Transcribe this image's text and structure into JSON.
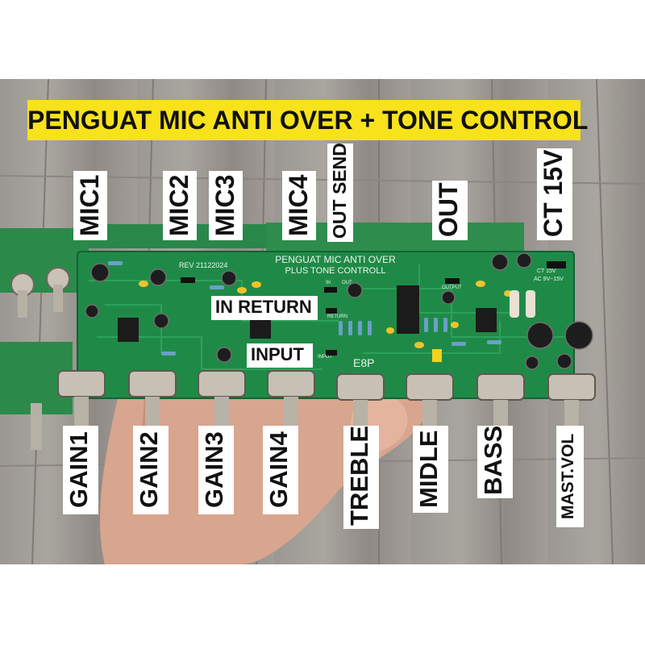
{
  "title": "PENGUAT MIC ANTI OVER + TONE CONTROL",
  "colors": {
    "title_bg": "#f7e21b",
    "pcb": "#1f8a47",
    "label_bg": "#ffffff"
  },
  "board": {
    "silkscreen_line1": "PENGUAT MIC ANTI OVER",
    "silkscreen_line2": "PLUS TONE CONTROLL",
    "revision": "REV 21122024",
    "model": "E8P",
    "power_marking_1": "CT 15V",
    "power_marking_2": "AC 9V~15V",
    "pin_in": "IN",
    "pin_out": "OUT",
    "pin_return": "RETURN",
    "pin_input": "INPUT",
    "pin_output": "OUTPUT"
  },
  "top_labels": {
    "mic1": "MIC1",
    "mic2": "MIC2",
    "mic3": "MIC3",
    "mic4": "MIC4",
    "out_send": "OUT SEND",
    "out": "OUT",
    "ct15v": "CT 15V"
  },
  "mid_labels": {
    "in_return": "IN RETURN",
    "input": "INPUT"
  },
  "knob_labels": {
    "gain1": "GAIN1",
    "gain2": "GAIN2",
    "gain3": "GAIN3",
    "gain4": "GAIN4",
    "treble": "TREBLE",
    "midle": "MIDLE",
    "bass": "BASS",
    "mast_vol": "MAST.VOL"
  }
}
